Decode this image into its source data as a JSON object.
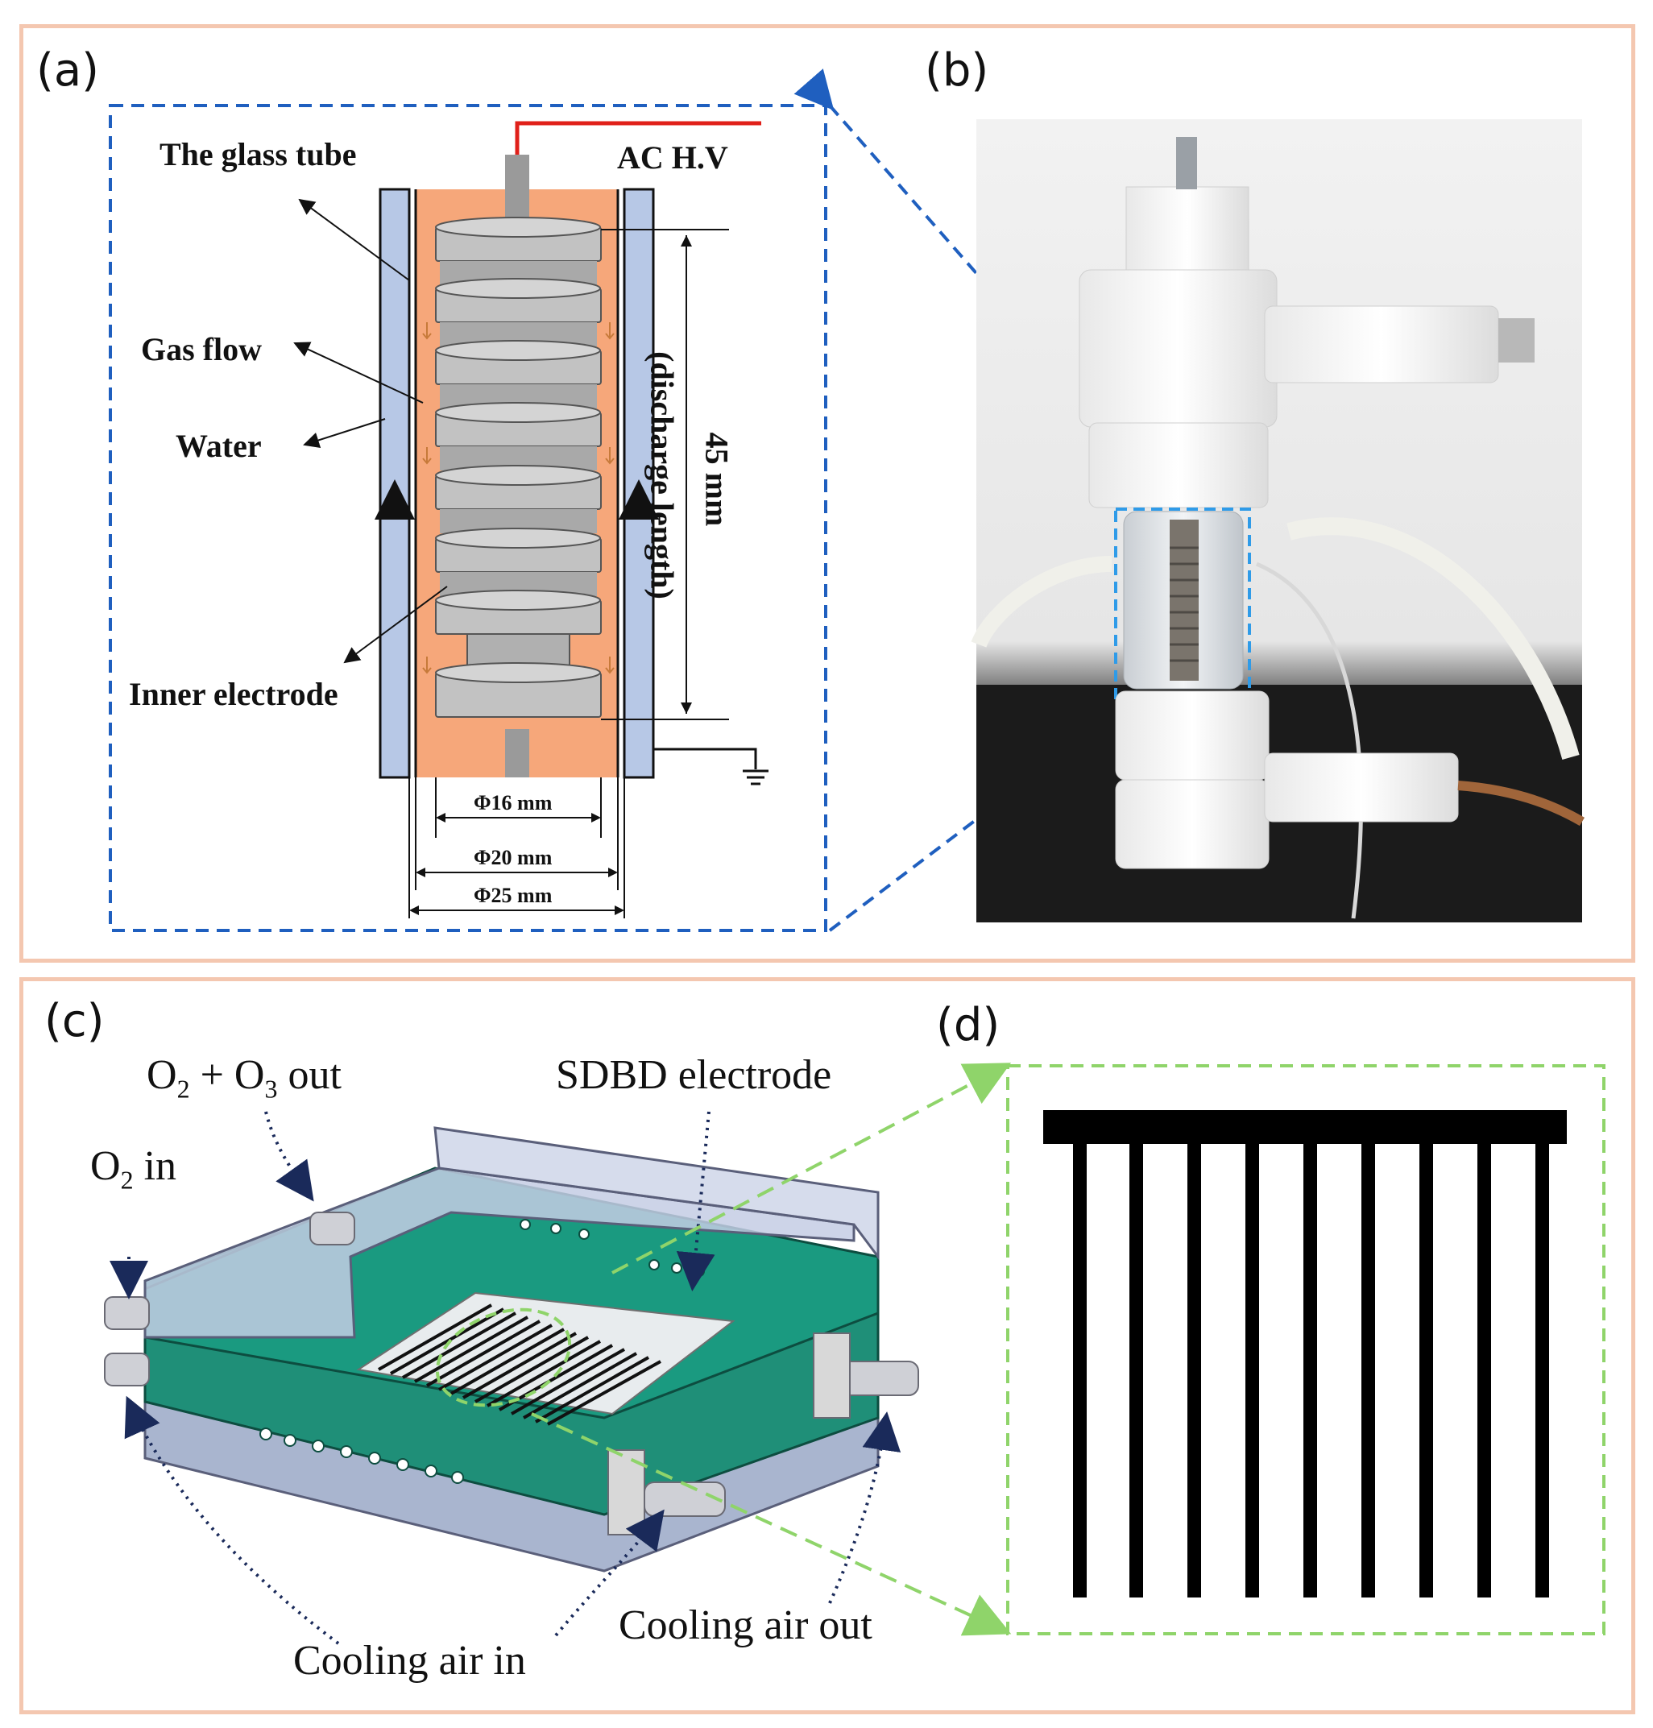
{
  "panels": {
    "a": "(a)",
    "b": "(b)",
    "c": "(c)",
    "d": "(d)"
  },
  "panel_a": {
    "glass_tube": "The glass tube",
    "ac_hv": "AC H.V",
    "gas_flow": "Gas flow",
    "water": "Water",
    "inner_electrode": "Inner electrode",
    "length_value": "45 mm",
    "length_note": "(discharge length)",
    "dim_16": "Φ16 mm",
    "dim_20": "Φ20 mm",
    "dim_25": "Φ25 mm"
  },
  "panel_c": {
    "o2_o3_out_prefix": "O",
    "o2_o3_out_mid": " + O",
    "o2_o3_out_suffix": " out",
    "sub2": "2",
    "sub3": "3",
    "o2_in_prefix": "O",
    "o2_in_suffix": " in",
    "sdbd": "SDBD electrode",
    "cooling_in": "Cooling air in",
    "cooling_out": "Cooling air out"
  },
  "colors": {
    "frame": "#f4c7b0",
    "blue_dash": "#1f5fbf",
    "green_dash": "#8fd46a",
    "gas_gap": "#f6a77a",
    "water": "#b7c8e6",
    "hv_wire": "#e0201a",
    "teal": "#1f8f78"
  }
}
